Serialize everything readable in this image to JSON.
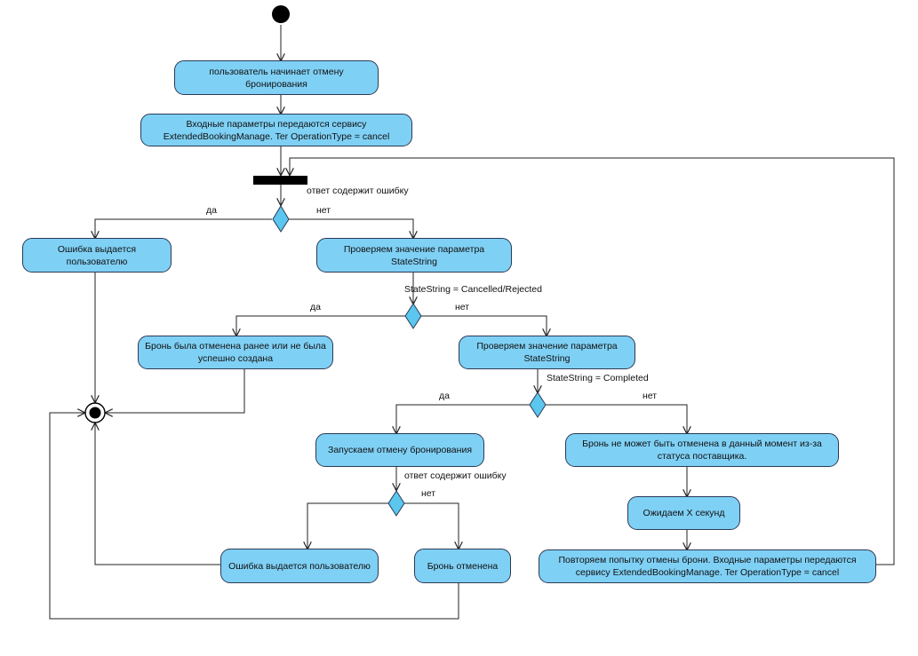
{
  "colors": {
    "node_fill": "#7fd0f5",
    "node_border": "#2b3a55",
    "line": "#222222",
    "diamond_fill": "#5bc6ee"
  },
  "nodes": {
    "start_cancel": "пользователь начинает отмену бронирования",
    "pass_params": "Входные параметры передаются сервису ExtendedBookingManage. Ter OperationType = cancel",
    "error_user_1": "Ошибка выдается пользователю",
    "check_state_1": "Проверяем значение параметра StateString",
    "already_cancelled": "Бронь была отменена ранее или не была успешно создана",
    "check_state_2": "Проверяем значение параметра StateString",
    "run_cancel": "Запускаем отмену бронирования",
    "cannot_cancel": "Бронь не может быть отменена в данный момент из-за статуса поставщика.",
    "wait": "Ожидаем X секунд",
    "error_user_2": "Ошибка выдается пользователю",
    "cancelled": "Бронь отменена",
    "retry": "Повторяем попытку отмены брони.  Входные параметры передаются сервису ExtendedBookingManage.  Ter OperationType = cancel"
  },
  "labels": {
    "response_error_1": "ответ содержит ошибку",
    "yes_1": "да",
    "no_1": "нет",
    "state_cancelled": "StateString = Cancelled/Rejected",
    "yes_2": "да",
    "no_2": "нет",
    "state_completed": "StateString = Completed",
    "yes_3": "да",
    "no_3": "нет",
    "response_error_2": "ответ содержит ошибку",
    "no_4": "нет"
  }
}
